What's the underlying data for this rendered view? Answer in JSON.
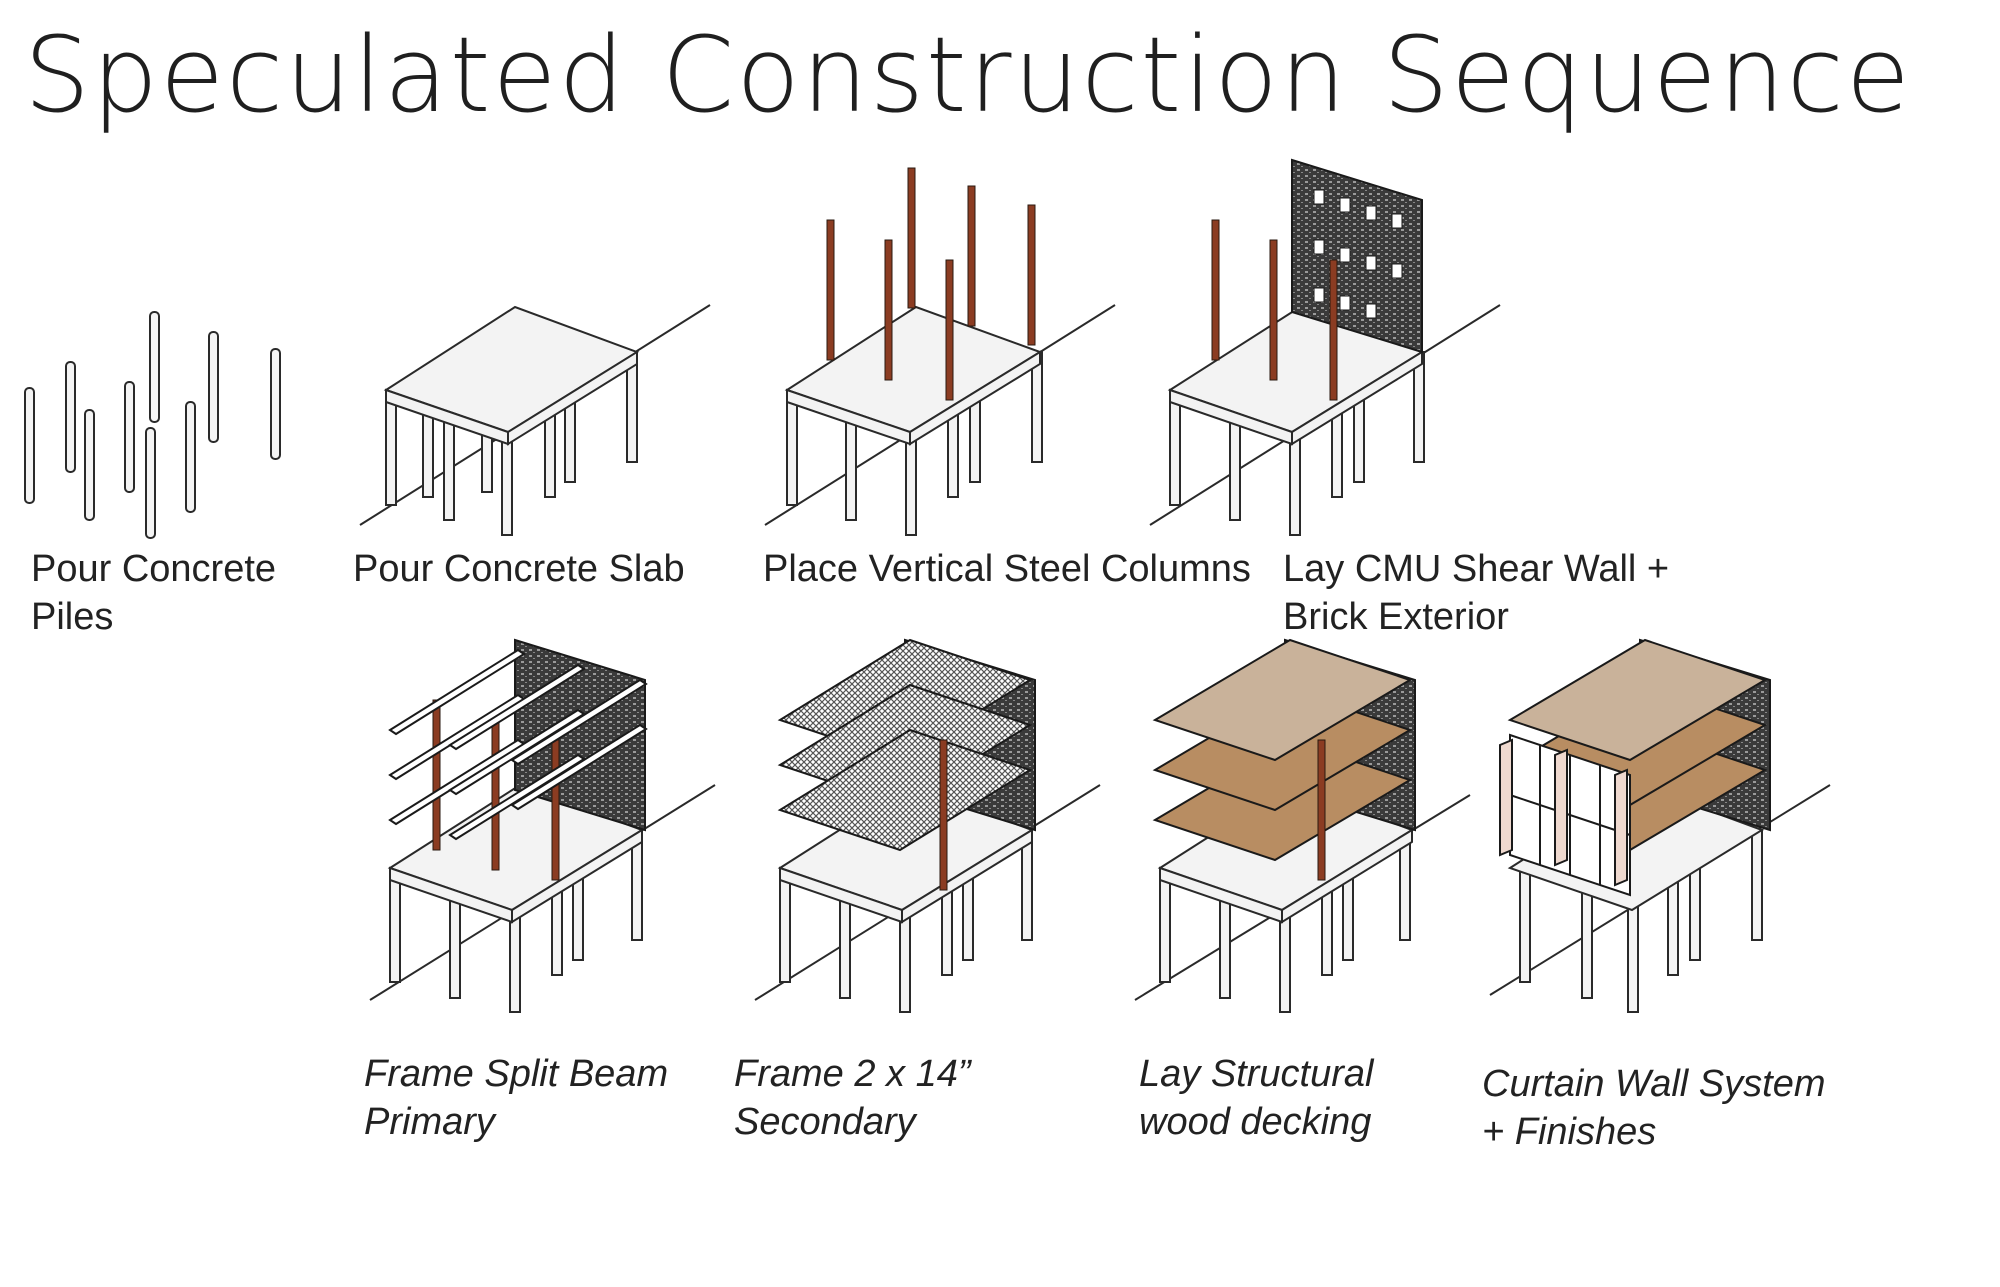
{
  "title": "Speculated Construction Sequence",
  "steps": [
    {
      "line1": "Pour Concrete",
      "line2": "Piles"
    },
    {
      "line1": "Pour Concrete Slab",
      "line2": ""
    },
    {
      "line1": "Place Vertical Steel Columns",
      "line2": ""
    },
    {
      "line1": "Lay CMU Shear Wall +",
      "line2": "Brick Exterior"
    },
    {
      "line1": "Frame Split Beam",
      "line2": "Primary"
    },
    {
      "line1": "Frame 2 x 14”",
      "line2": "Secondary"
    },
    {
      "line1": "Lay Structural",
      "line2": "wood decking"
    },
    {
      "line1": "Curtain Wall System",
      "line2": "+ Finishes"
    }
  ],
  "colors": {
    "concrete": "#f1f1f1",
    "outline": "#2a2a2a",
    "steel": "#8b3c22",
    "brick": "#3a3a3a",
    "wood_top": "#c9b29a",
    "wood_side": "#b88d62",
    "panel": "#efd9cf"
  }
}
